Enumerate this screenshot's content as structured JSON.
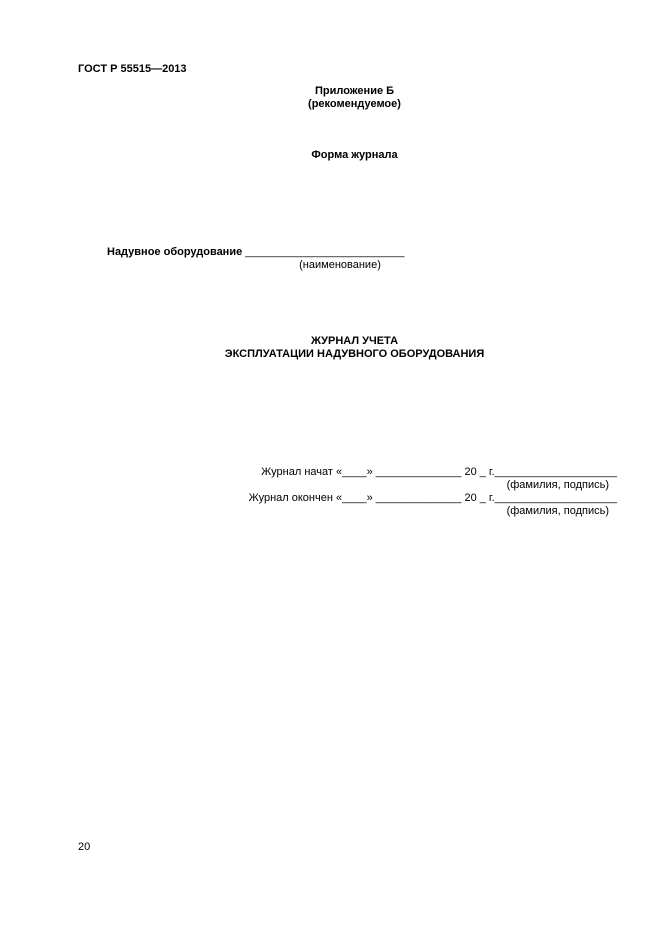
{
  "header": {
    "standard": "ГОСТ Р 55515—2013"
  },
  "appendix": {
    "title": "Приложение Б",
    "subtitle": "(рекомендуемое)"
  },
  "form_title": "Форма журнала",
  "equipment": {
    "label": "Надувное оборудование",
    "blank": "__________________________",
    "caption": "(наименование)"
  },
  "journal_title": {
    "line1": "ЖУРНАЛ УЧЕТА",
    "line2": "ЭКСПЛУАТАЦИИ НАДУВНОГО ОБОРУДОВАНИЯ"
  },
  "dates": {
    "started": "Журнал начат «____» ______________ 20 _ г.____________________",
    "started_caption": "(фамилия, подпись)",
    "ended": "Журнал окончен «____» ______________ 20 _ г.____________________",
    "ended_caption": "(фамилия, подпись)"
  },
  "footer": {
    "page_number": "20"
  }
}
